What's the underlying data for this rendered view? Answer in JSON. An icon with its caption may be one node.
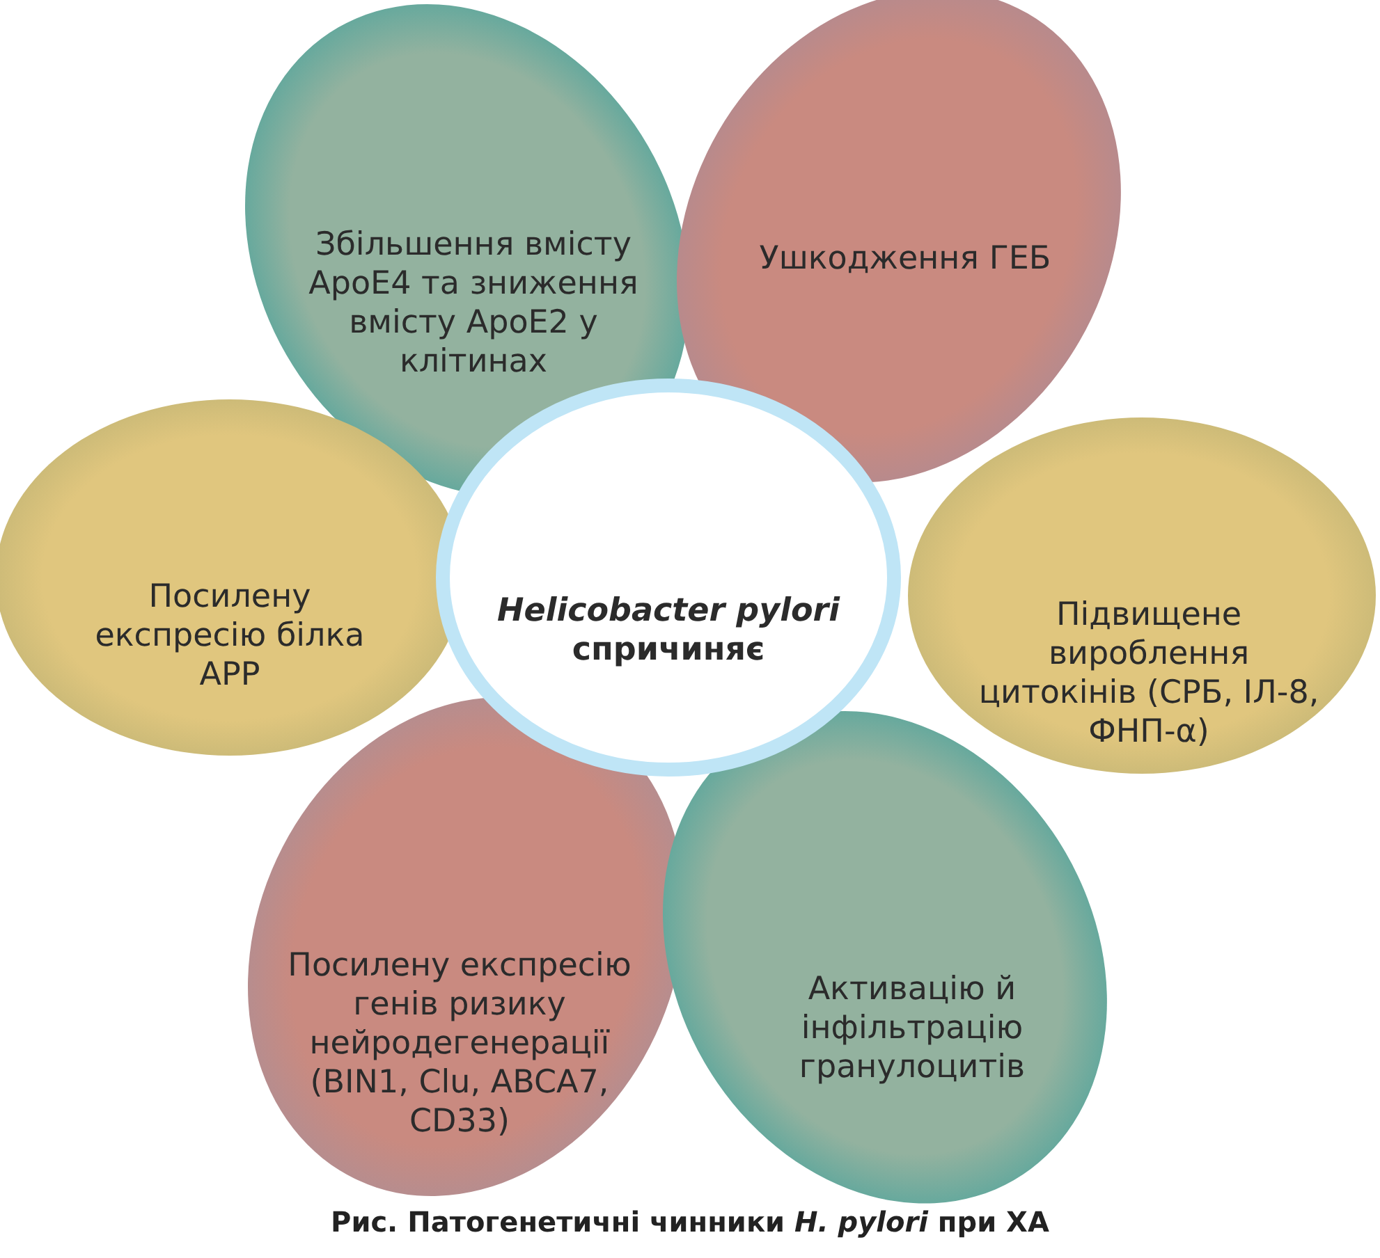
{
  "diagram": {
    "caption": "Рис. Патогенетичні чинники *H. pylori* при ХА",
    "nodes": [
      {
        "text": [
          "*Helicobacter pylori* спричиняє"
        ]
      },
      {
        "text": [
          "Збільшення вмісту ApoE4 та зниження вмісту ApoE2 у клітинах"
        ]
      },
      {
        "text": [
          "Ушкодження ГЕБ"
        ]
      },
      {
        "text": [
          "Посилену експресію білка APP"
        ]
      },
      {
        "text": [
          "Підвищене вироблення цитокінів (СРБ, ІЛ-8, ФНП-α)"
        ]
      },
      {
        "text": [
          "Посилену експресію генів ризику нейродегенерації (BIN1, Clu, ABCA7, CD33)"
        ]
      },
      {
        "text": [
          "Активацію й інфільтрацію гранулоцитів"
        ]
      }
    ]
  }
}
